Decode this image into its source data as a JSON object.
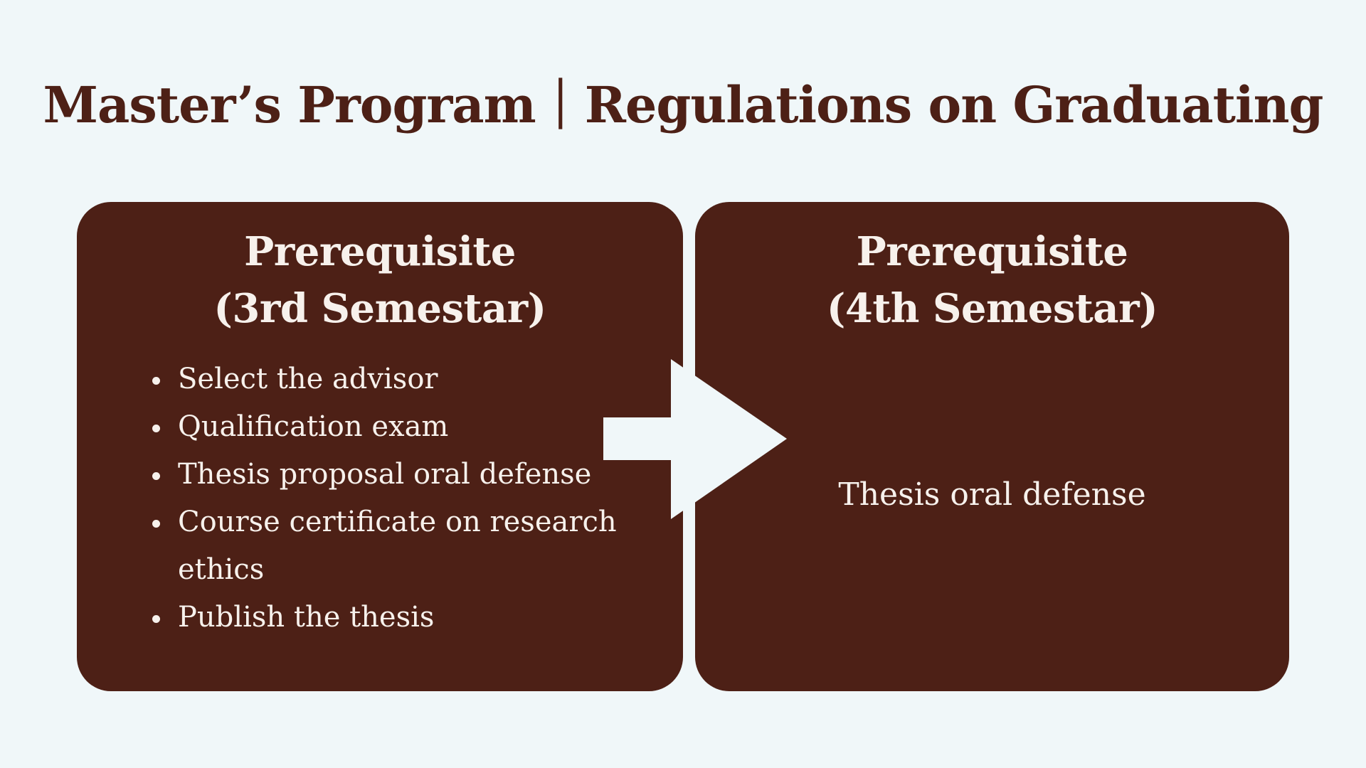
{
  "title": "Master’s Program｜Regulations on Graduating",
  "colors": {
    "background": "#f0f7f9",
    "panel": "#4d2016",
    "panel_text": "#f7f1ec",
    "title_text": "#4d2016",
    "arrow": "#f0f7f9"
  },
  "panels": [
    {
      "heading_line1": "Prerequisite",
      "heading_line2": "(3rd Semestar)",
      "items": [
        "Select the advisor",
        "Qualification exam",
        "Thesis proposal oral defense",
        "Course certificate on research ethics",
        "Publish the thesis"
      ]
    },
    {
      "heading_line1": "Prerequisite",
      "heading_line2": "(4th Semestar)",
      "item": "Thesis oral defense"
    }
  ],
  "connector_icon": "right-arrow-icon"
}
